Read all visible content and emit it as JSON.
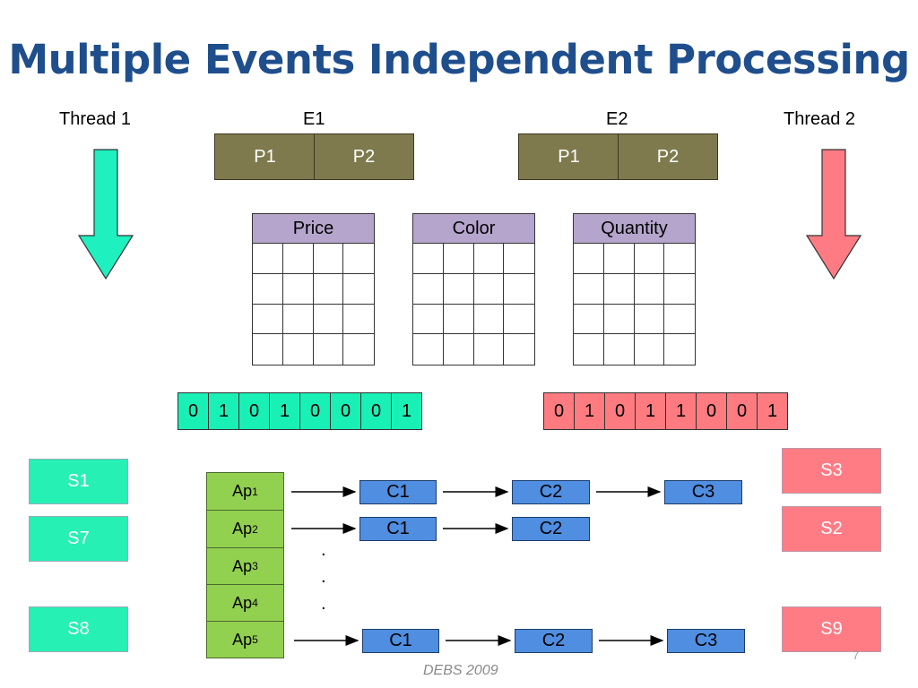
{
  "slide": {
    "title": "Multiple Events Independent Processing",
    "footer": "DEBS 2009",
    "page_number": "7"
  },
  "threads": [
    {
      "label": "Thread 1",
      "color": "#1ef0c0"
    },
    {
      "label": "Thread 2",
      "color": "#ff7b84"
    }
  ],
  "events": [
    {
      "label": "E1",
      "parts": [
        "P1",
        "P2"
      ]
    },
    {
      "label": "E2",
      "parts": [
        "P1",
        "P2"
      ]
    }
  ],
  "tables": [
    {
      "header": "Price"
    },
    {
      "header": "Color"
    },
    {
      "header": "Quantity"
    }
  ],
  "bitvectors": [
    {
      "bits": [
        "0",
        "1",
        "0",
        "1",
        "0",
        "0",
        "0",
        "1"
      ],
      "color": "#19f0b6"
    },
    {
      "bits": [
        "0",
        "1",
        "0",
        "1",
        "1",
        "0",
        "0",
        "1"
      ],
      "color": "#ff7b80"
    }
  ],
  "subscriptions_left": [
    "S1",
    "S7",
    "S8"
  ],
  "subscriptions_right": [
    "S3",
    "S2",
    "S9"
  ],
  "access_predicates": [
    {
      "base": "Ap",
      "sub": "1"
    },
    {
      "base": "Ap",
      "sub": "2"
    },
    {
      "base": "Ap",
      "sub": "3"
    },
    {
      "base": "Ap",
      "sub": "4"
    },
    {
      "base": "Ap",
      "sub": "5"
    }
  ],
  "chains": [
    [
      "C1",
      "C2",
      "C3"
    ],
    [
      "C1",
      "C2"
    ],
    [
      "C1",
      "C2",
      "C3"
    ]
  ],
  "ellipsis": [
    ".",
    ".",
    "."
  ]
}
